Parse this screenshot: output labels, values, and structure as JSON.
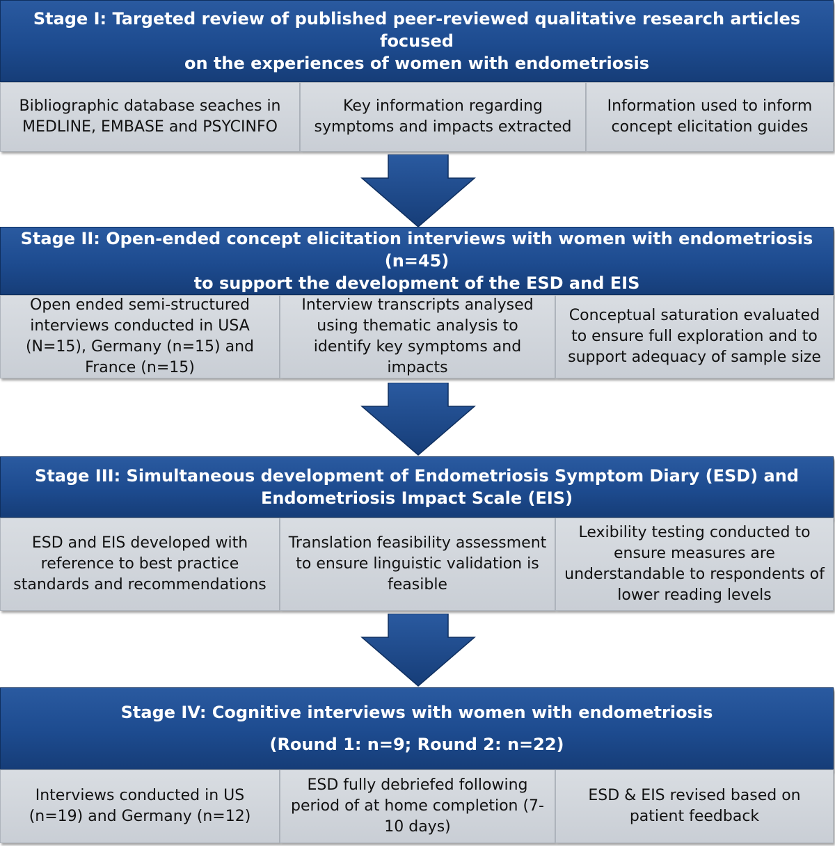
{
  "stages": [
    {
      "title_lines": [
        "Stage I: Targeted review of published peer-reviewed qualitative research articles focused",
        "on the experiences of women with endometriosis"
      ],
      "boxes": [
        "Bibliographic database seaches in MEDLINE, EMBASE and PSYCINFO",
        "Key information regarding symptoms and impacts extracted",
        "Information used to inform concept elicitation guides"
      ]
    },
    {
      "title_lines": [
        "Stage II: Open-ended concept elicitation interviews with women with endometriosis (n=45)",
        "to support the development of the ESD and EIS"
      ],
      "boxes": [
        "Open ended semi-structured interviews conducted in USA (N=15), Germany (n=15) and France (n=15)",
        "Interview transcripts analysed using thematic analysis to identify key symptoms and impacts",
        "Conceptual saturation evaluated to ensure full exploration and to support adequacy of sample size"
      ]
    },
    {
      "title_lines": [
        "Stage III: Simultaneous development of Endometriosis Symptom Diary (ESD) and",
        "Endometriosis Impact Scale (EIS)"
      ],
      "boxes": [
        "ESD and EIS developed with reference to best practice standards and recommendations",
        "Translation feasibility assessment to ensure linguistic validation is feasible",
        "Lexibility testing conducted to ensure measures are understandable to respondents of lower reading levels"
      ]
    },
    {
      "title_lines": [
        "Stage IV: Cognitive interviews with women with endometriosis",
        "(Round 1: n=9; Round 2: n=22)"
      ],
      "boxes": [
        "Interviews conducted in US (n=19) and Germany (n=12)",
        "ESD fully debriefed following period of at home completion (7-10 days)",
        "ESD & EIS revised based on patient feedback"
      ]
    }
  ],
  "colors": {
    "header_blue": "#1d4b8f",
    "box_gray": "#cfd3d9",
    "arrow_blue": "#1d4b8f"
  }
}
